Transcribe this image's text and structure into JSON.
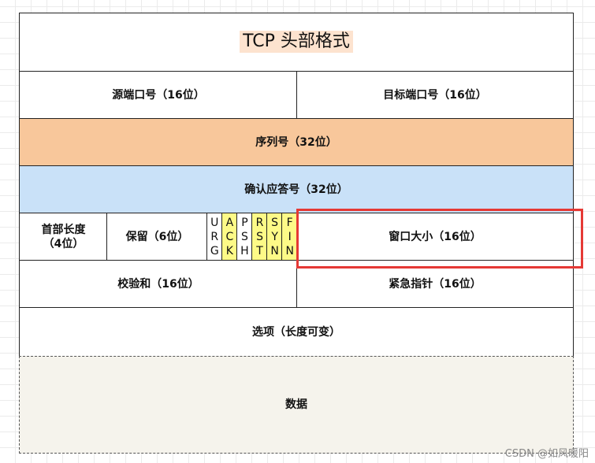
{
  "title": "TCP 头部格式",
  "rows": {
    "src_port": "源端口号（16位）",
    "dst_port": "目标端口号（16位）",
    "seq": "序列号（32位）",
    "ack": "确认应答号（32位）",
    "header_len_1": "首部长度",
    "header_len_2": "（4位）",
    "reserved": "保留（6位）",
    "window": "窗口大小（16位）",
    "checksum": "校验和（16位）",
    "urgent": "紧急指针（16位）",
    "options": "选项（长度可变）",
    "data": "数据"
  },
  "flags": [
    {
      "letters": [
        "U",
        "R",
        "G"
      ],
      "color": "#ffffff"
    },
    {
      "letters": [
        "A",
        "C",
        "K"
      ],
      "color": "#fdfa87"
    },
    {
      "letters": [
        "P",
        "S",
        "H"
      ],
      "color": "#ffffff"
    },
    {
      "letters": [
        "R",
        "S",
        "T"
      ],
      "color": "#fdfa87"
    },
    {
      "letters": [
        "S",
        "Y",
        "N"
      ],
      "color": "#fdfa87"
    },
    {
      "letters": [
        "F",
        "I",
        "N"
      ],
      "color": "#fdfa87"
    }
  ],
  "highlight_color": "#e53935",
  "watermark": "CSDN @如风暖阳"
}
